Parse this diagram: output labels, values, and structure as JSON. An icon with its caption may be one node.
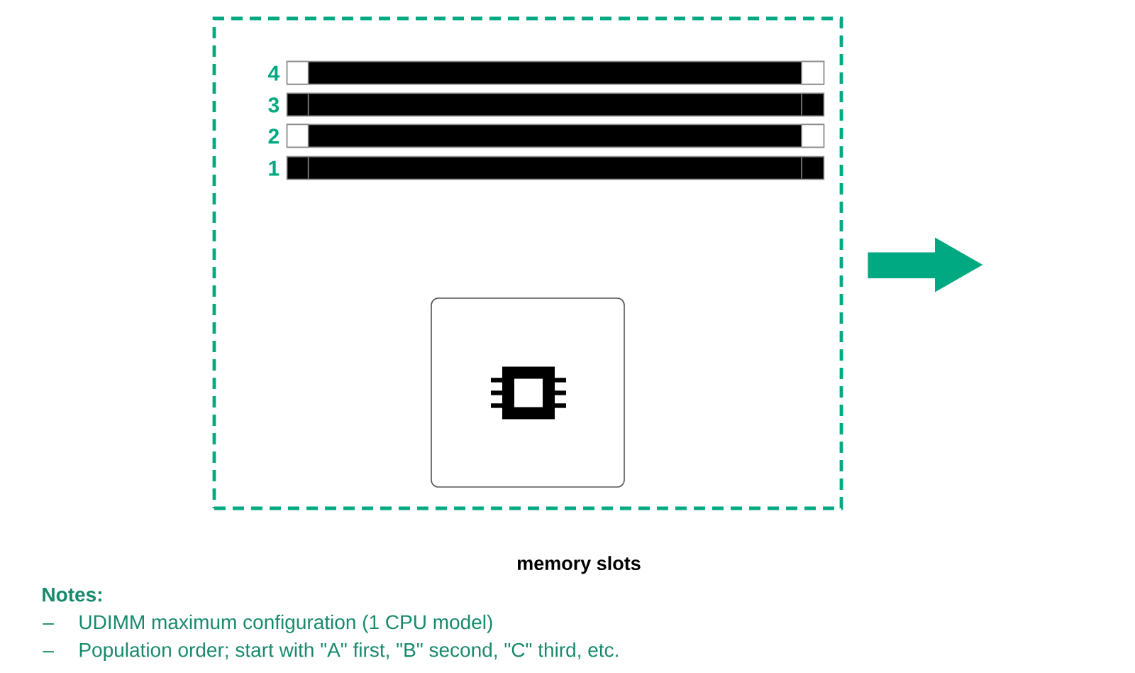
{
  "diagram": {
    "caption": "memory slots",
    "nodes": [
      {
        "text": [],
        "shape": "box"
      },
      {
        "text": [],
        "shape": "bar",
        "in": 0,
        "beside": [
          "4"
        ]
      },
      {
        "text": [],
        "shape": "bar",
        "in": 0,
        "beside": [
          "3"
        ]
      },
      {
        "text": [],
        "shape": "bar",
        "in": 0,
        "beside": [
          "2"
        ]
      },
      {
        "text": [],
        "shape": "bar",
        "in": 0,
        "beside": [
          "1"
        ]
      },
      {
        "text": [],
        "shape": "box",
        "in": 0
      }
    ],
    "labels": [
      "Notes:",
      "–",
      "UDIMM maximum configuration (1 CPU model)",
      "–",
      "Population order; start with \"A\" first, \"B\" second, \"C\" third, etc."
    ]
  }
}
